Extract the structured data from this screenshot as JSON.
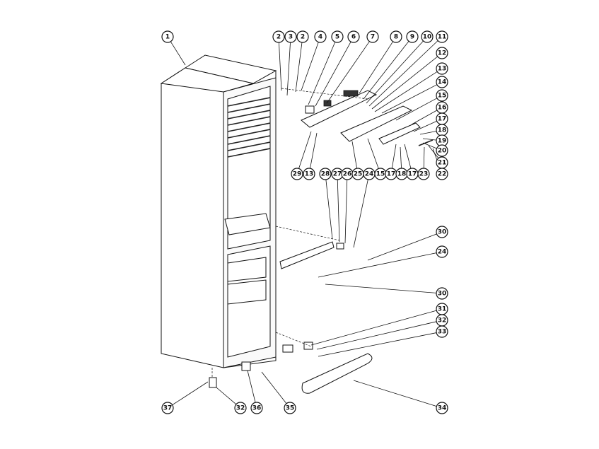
{
  "diagram": {
    "title": "Refrigerator exploded parts view",
    "callouts": [
      "1",
      "2",
      "3",
      "2",
      "4",
      "5",
      "6",
      "7",
      "8",
      "9",
      "10",
      "11",
      "12",
      "13",
      "14",
      "15",
      "16",
      "17",
      "18",
      "19",
      "20",
      "21",
      "22",
      "29",
      "13",
      "28",
      "27",
      "26",
      "25",
      "24",
      "15",
      "17",
      "18",
      "17",
      "23",
      "30",
      "24",
      "30",
      "31",
      "32",
      "33",
      "34",
      "37",
      "32",
      "36",
      "35"
    ]
  }
}
